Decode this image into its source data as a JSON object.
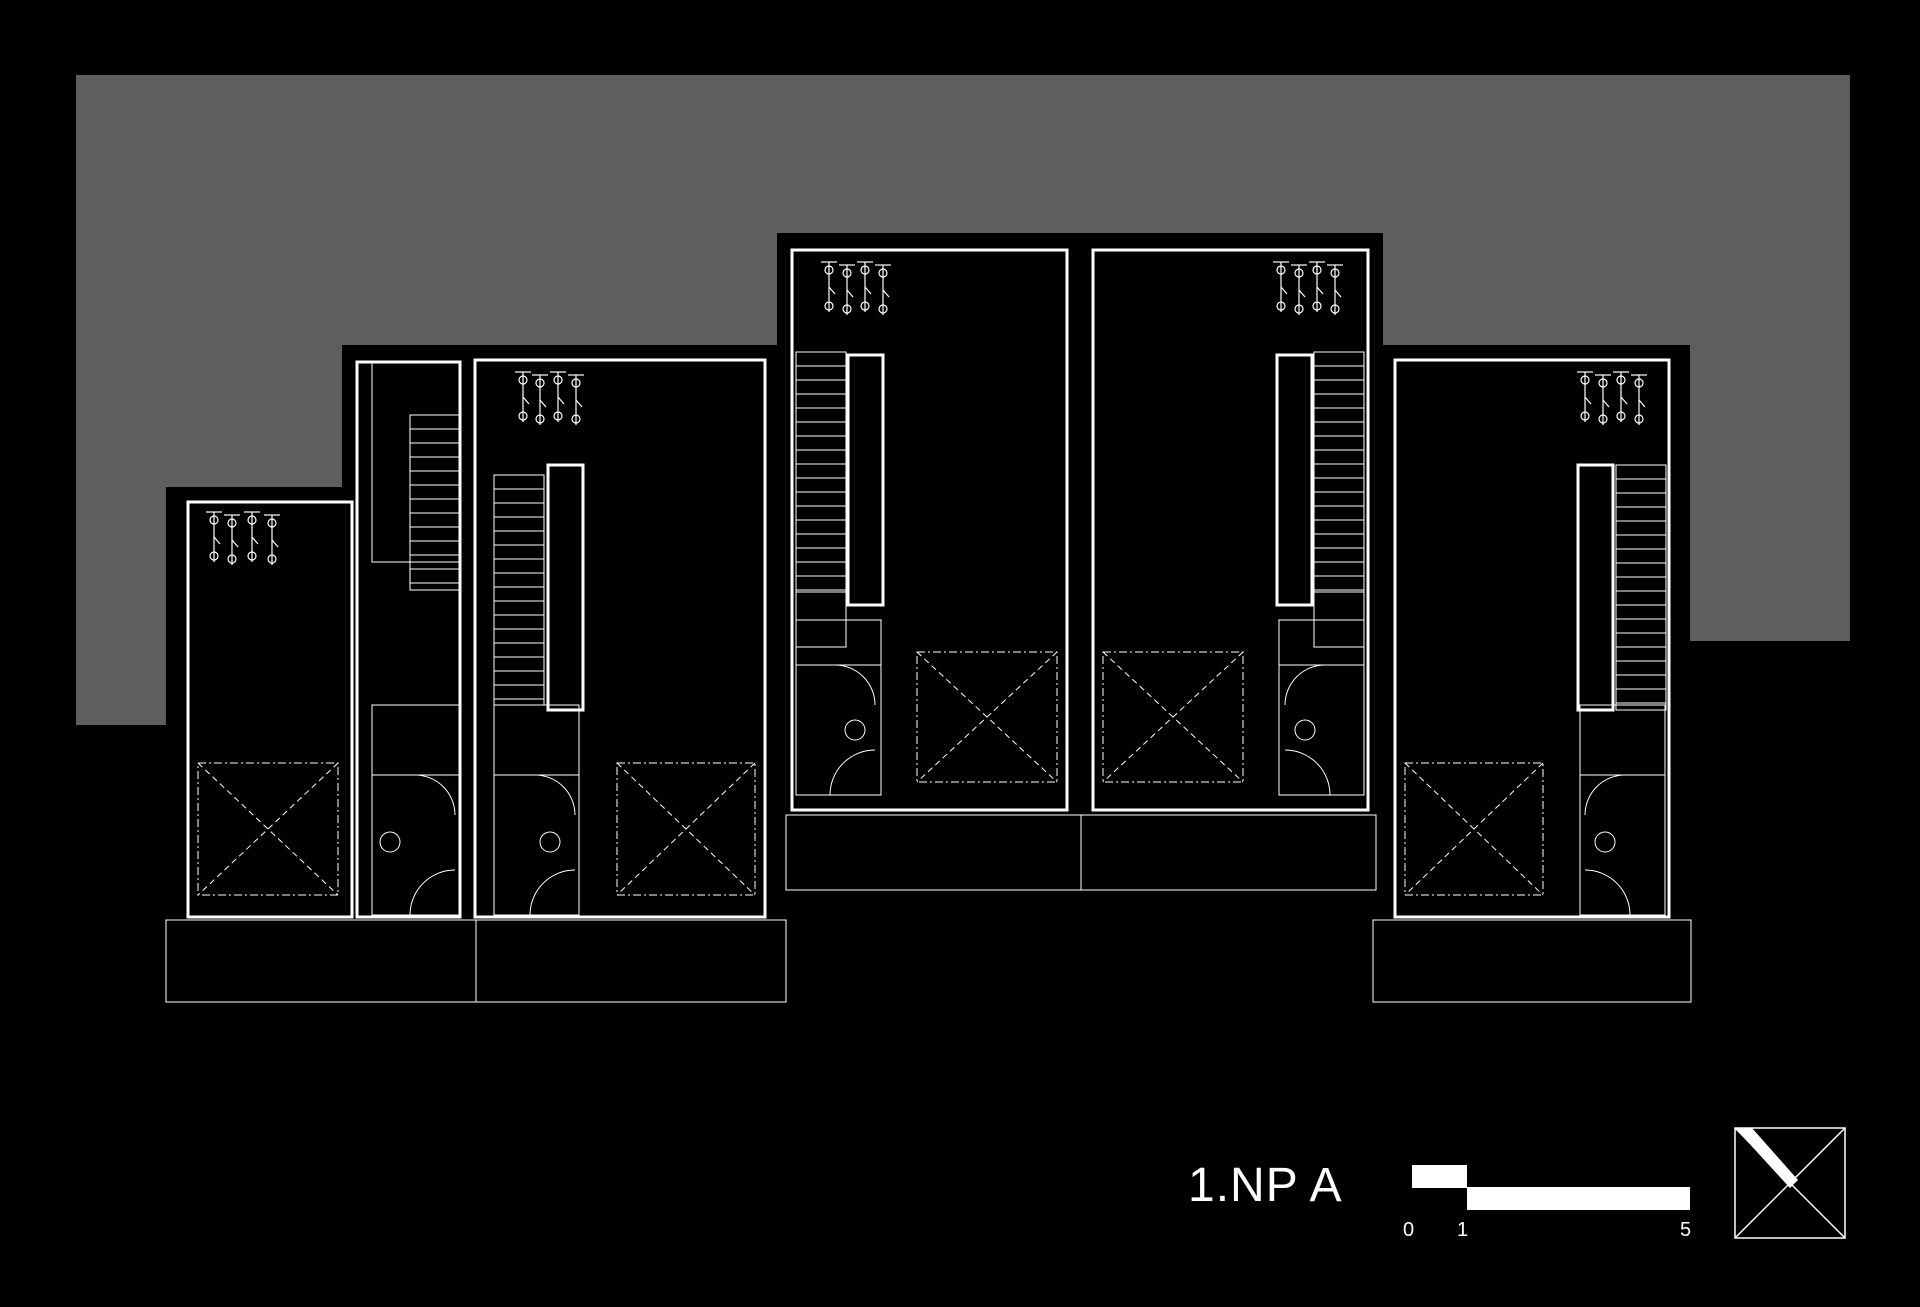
{
  "drawing": {
    "title": "1.NP A",
    "scale_bar": {
      "ticks": [
        "0",
        "1",
        "5"
      ]
    },
    "north_symbol": "north-arrow",
    "units": 4,
    "colors": {
      "background": "#000000",
      "site": "#5e5e5e",
      "lines": "#ffffff"
    }
  }
}
